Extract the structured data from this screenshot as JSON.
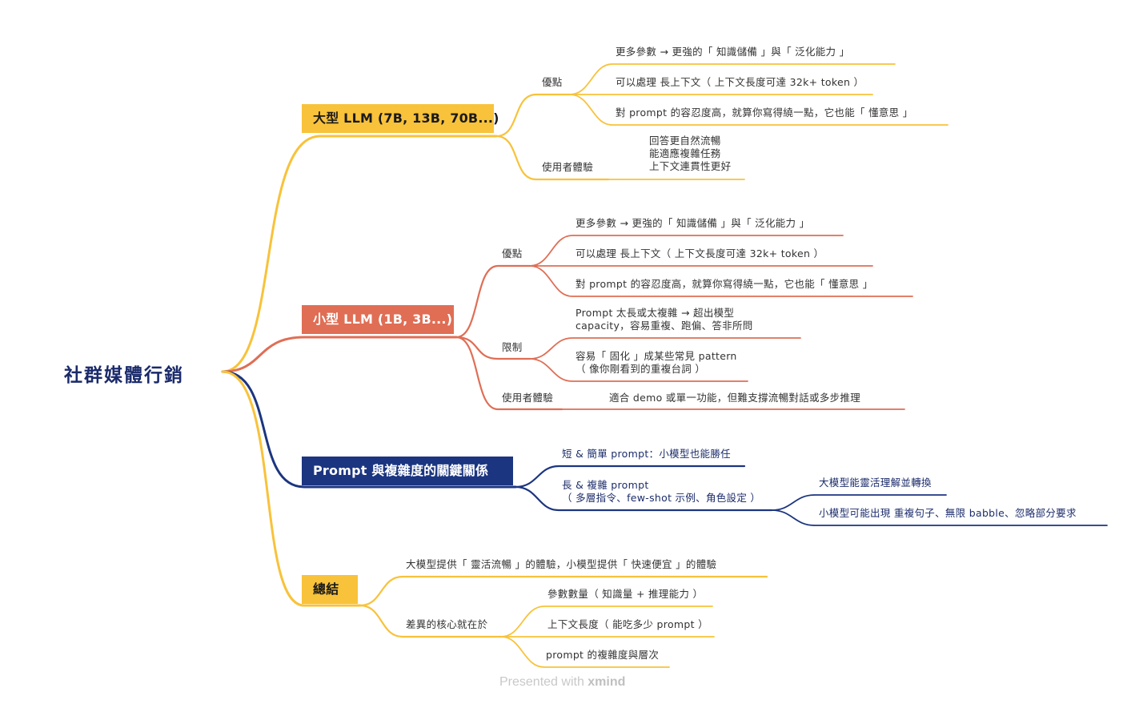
{
  "colors": {
    "yellow": "#f8c23a",
    "salmon": "#df6e55",
    "navy": "#1c3580",
    "root_text": "#1a2a6b"
  },
  "root": {
    "label": "社群媒體行銷"
  },
  "large_llm": {
    "label": "大型 LLM (7B, 13B, 70B...)",
    "advantages": {
      "label": "優點",
      "items": [
        "更多參數 → 更強的「 知識儲備 」與「 泛化能力 」",
        "可以處理 長上下文（ 上下文長度可達 32k+ token ）",
        "對 prompt 的容忍度高，就算你寫得繞一點，它也能「 懂意思 」"
      ]
    },
    "experience": {
      "label": "使用者體驗",
      "text": "回答更自然流暢\n能適應複雜任務\n上下文連貫性更好"
    }
  },
  "small_llm": {
    "label": "小型 LLM (1B, 3B...)",
    "advantages": {
      "label": "優點",
      "items": [
        "更多參數 → 更強的「 知識儲備 」與「 泛化能力 」",
        "可以處理 長上下文（ 上下文長度可達 32k+ token ）",
        "對 prompt 的容忍度高，就算你寫得繞一點，它也能「 懂意思 」"
      ]
    },
    "limits": {
      "label": "限制",
      "items": [
        "Prompt 太長或太複雜 → 超出模型\ncapacity，容易重複、跑偏、答非所問",
        "容易「 固化 」成某些常見 pattern\n（ 像你剛看到的重複台詞 ）"
      ]
    },
    "experience": {
      "label": "使用者體驗",
      "text": "適合 demo 或單一功能，但難支撐流暢對話或多步推理"
    }
  },
  "prompt_complexity": {
    "label": "Prompt 與複雜度的關鍵關係",
    "short": "短 & 簡單 prompt：小模型也能勝任",
    "long": {
      "label": "長 & 複雜 prompt\n（ 多層指令、few-shot 示例、角色設定 ）",
      "items": [
        "大模型能靈活理解並轉換",
        "小模型可能出現 重複句子、無限 babble、忽略部分要求"
      ]
    }
  },
  "summary": {
    "label": "總結",
    "statement": "大模型提供「 靈活流暢 」的體驗，小模型提供「 快速便宜 」的體驗",
    "core": {
      "label": "差異的核心就在於",
      "items": [
        "參數數量（ 知識量 + 推理能力 ）",
        "上下文長度（ 能吃多少 prompt ）",
        "prompt 的複雜度與層次"
      ]
    }
  },
  "watermark": {
    "prefix": "Presented with ",
    "brand": "xmind"
  }
}
